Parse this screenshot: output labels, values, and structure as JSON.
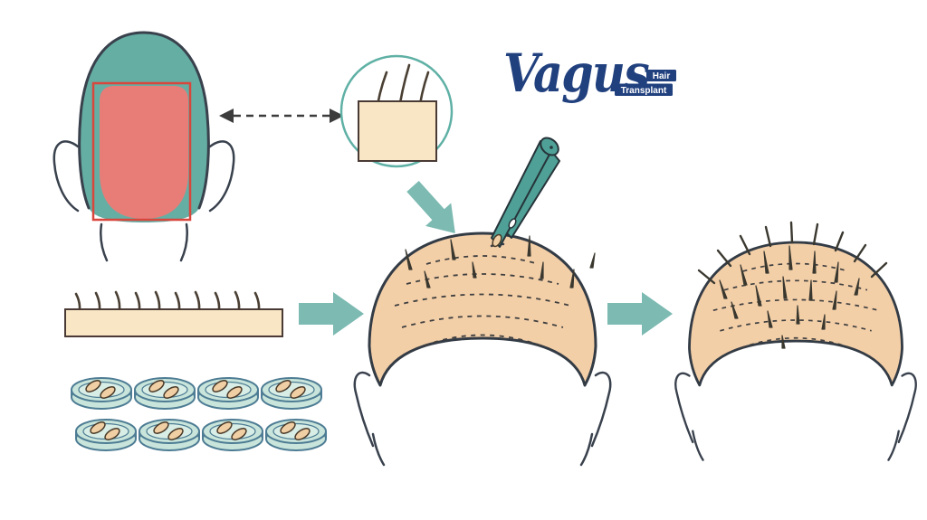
{
  "logo": {
    "brand": "Vagus",
    "badge_line1": "Hair",
    "badge_line2": "Transplant"
  },
  "colors": {
    "background": "#ffffff",
    "navy": "#21407e",
    "teal_hair": "#65aea4",
    "teal_arrow": "#7cbab2",
    "teal_circle": "#5fb0a5",
    "teal_tool": "#4fa096",
    "donor_red": "#e87d78",
    "donor_outline": "#d9463c",
    "skin": "#f3cfa8",
    "skin_light": "#f8e6c4",
    "derm_pink": "#e8837f",
    "derm_pink2": "#eda695",
    "outline_dark": "#39414d",
    "hair_dark": "#3a382f",
    "follicle_brown": "#7d6448",
    "dish_fill": "#c9e5db",
    "dish_stroke": "#4d7c94",
    "graft_fill": "#f0cfa4",
    "dash_gray": "#3c3c3c"
  },
  "figures": {
    "magnifier_follicles": 3,
    "strip_follicles": 10,
    "petri_dish_rows": 2,
    "petri_dishes_per_row": 4,
    "grafts_per_dish": 2,
    "implant_head_hairs": 8,
    "result_head_hairs": 25
  }
}
